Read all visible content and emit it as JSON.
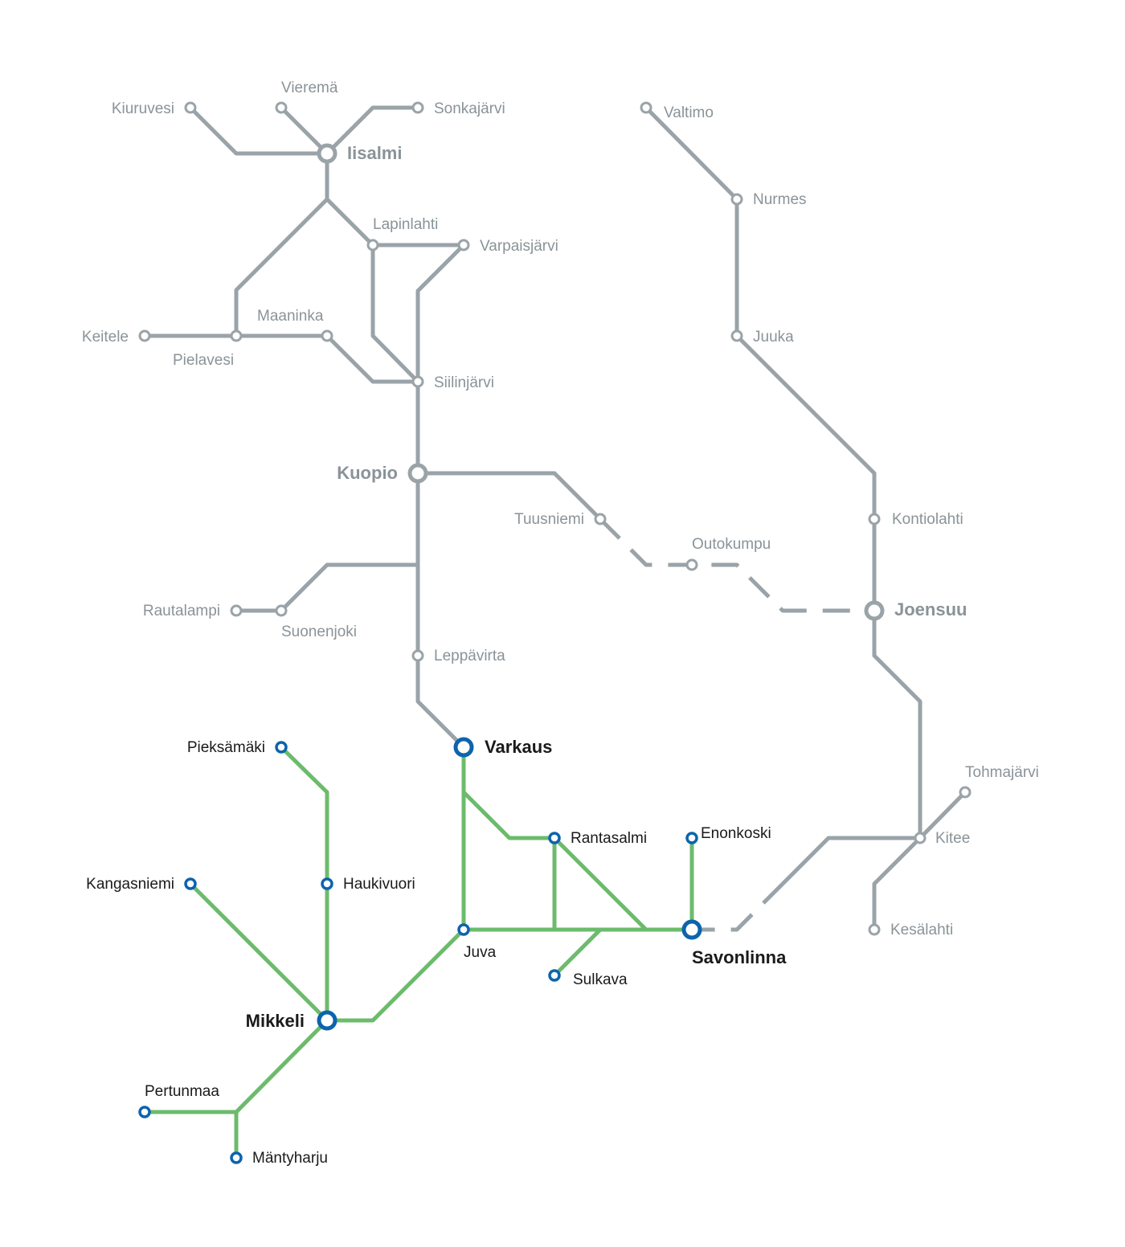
{
  "colors": {
    "gray_network": "#9aa3a8",
    "gray_label": "#8a9398",
    "green_network": "#6cbb6c",
    "blue_station": "#0d63ad",
    "dark_label": "#1a1a1a"
  },
  "stations": {
    "iisalmi": "Iisalmi",
    "kiuruvesi": "Kiuruvesi",
    "vierema": "Vieremä",
    "sonkajarvi": "Sonkajärvi",
    "lapinlahti": "Lapinlahti",
    "varpaisjarvi": "Varpaisjärvi",
    "keitele": "Keitele",
    "pielavesi": "Pielavesi",
    "maaninka": "Maaninka",
    "siilinjarvi": "Siilinjärvi",
    "kuopio": "Kuopio",
    "tuusniemi": "Tuusniemi",
    "outokumpu": "Outokumpu",
    "rautalampi": "Rautalampi",
    "suonenjoki": "Suonenjoki",
    "leppavirta": "Leppävirta",
    "varkaus": "Varkaus",
    "valtimo": "Valtimo",
    "nurmes": "Nurmes",
    "juuka": "Juuka",
    "kontiolahti": "Kontiolahti",
    "joensuu": "Joensuu",
    "tohmajarvi": "Tohmajärvi",
    "kitee": "Kitee",
    "kesalahti": "Kesälahti",
    "pieksamaki": "Pieksämäki",
    "haukivuori": "Haukivuori",
    "kangasniemi": "Kangasniemi",
    "mikkeli": "Mikkeli",
    "pertunmaa": "Pertunmaa",
    "mantyharju": "Mäntyharju",
    "juva": "Juva",
    "rantasalmi": "Rantasalmi",
    "sulkava": "Sulkava",
    "enonkoski": "Enonkoski",
    "savonlinna": "Savonlinna"
  }
}
